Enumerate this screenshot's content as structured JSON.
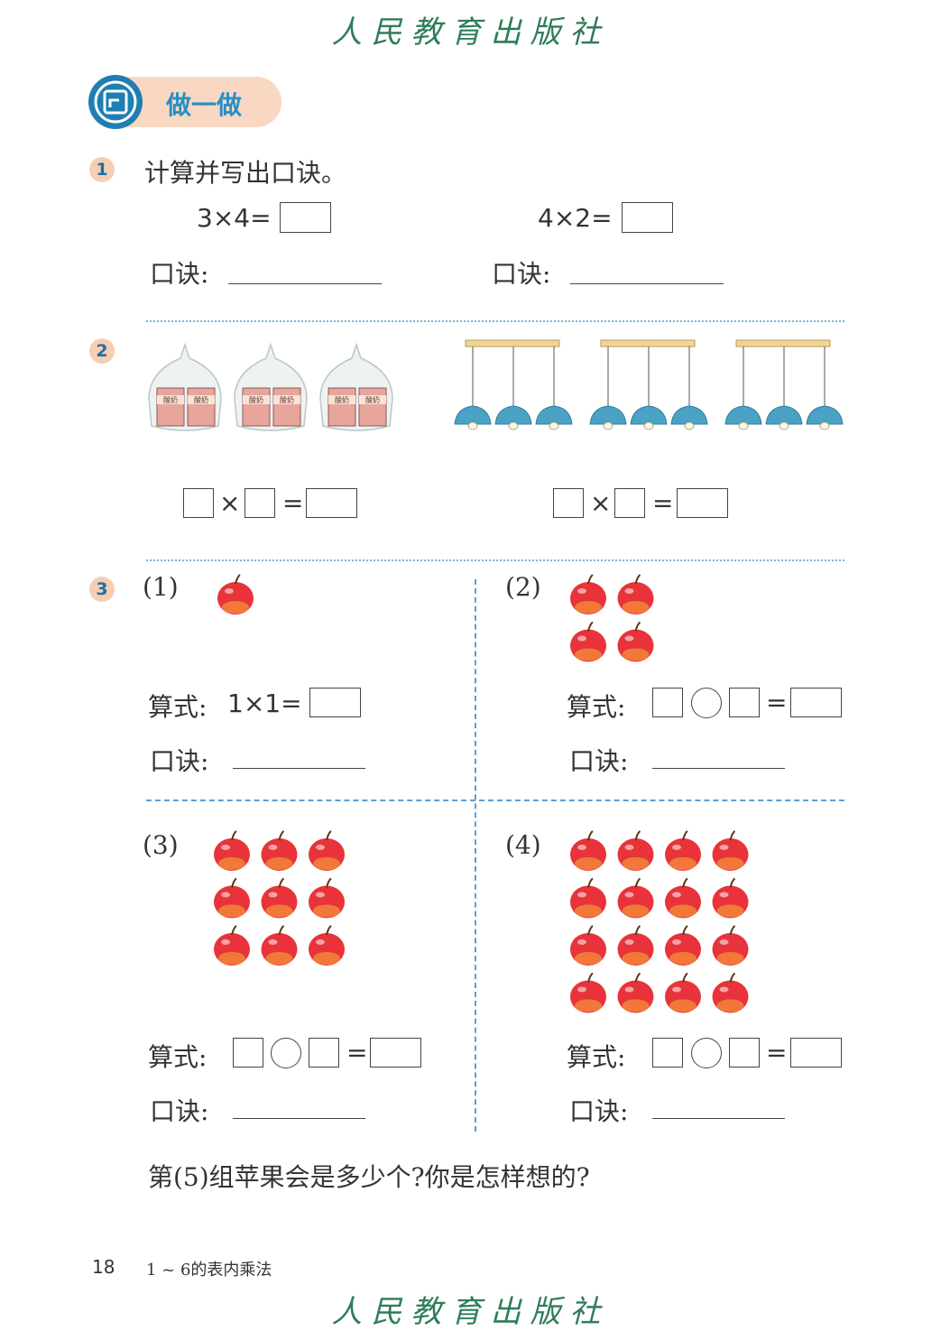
{
  "publisher": "人民教育出版社",
  "section": {
    "title": "做一做"
  },
  "q1": {
    "number": "1",
    "instruction": "计算并写出口诀。",
    "left_expr": "3×4=",
    "right_expr": "4×2=",
    "koujue_label": "口诀:"
  },
  "q2": {
    "number": "2",
    "milk_label": "酸奶",
    "times": "×",
    "equals": "="
  },
  "q3": {
    "number": "3",
    "parts": [
      {
        "label": "(1)",
        "apples_rows": 1,
        "apples_cols": 1
      },
      {
        "label": "(2)",
        "apples_rows": 2,
        "apples_cols": 2
      },
      {
        "label": "(3)",
        "apples_rows": 3,
        "apples_cols": 3
      },
      {
        "label": "(4)",
        "apples_rows": 4,
        "apples_cols": 4
      }
    ],
    "formula_label": "算式:",
    "formula_1": "1×1=",
    "koujue_label": "口诀:",
    "equals": "="
  },
  "question_5": "第(5)组苹果会是多少个?你是怎样想的?",
  "footer": {
    "page": "18",
    "chapter": "1 ~ 6的表内乘法"
  },
  "colors": {
    "publisher": "#2e7d5a",
    "accent": "#1f7fb2",
    "pill": "#f9d8c3",
    "apple": "#e8333a",
    "lamp": "#4aa3c4"
  }
}
